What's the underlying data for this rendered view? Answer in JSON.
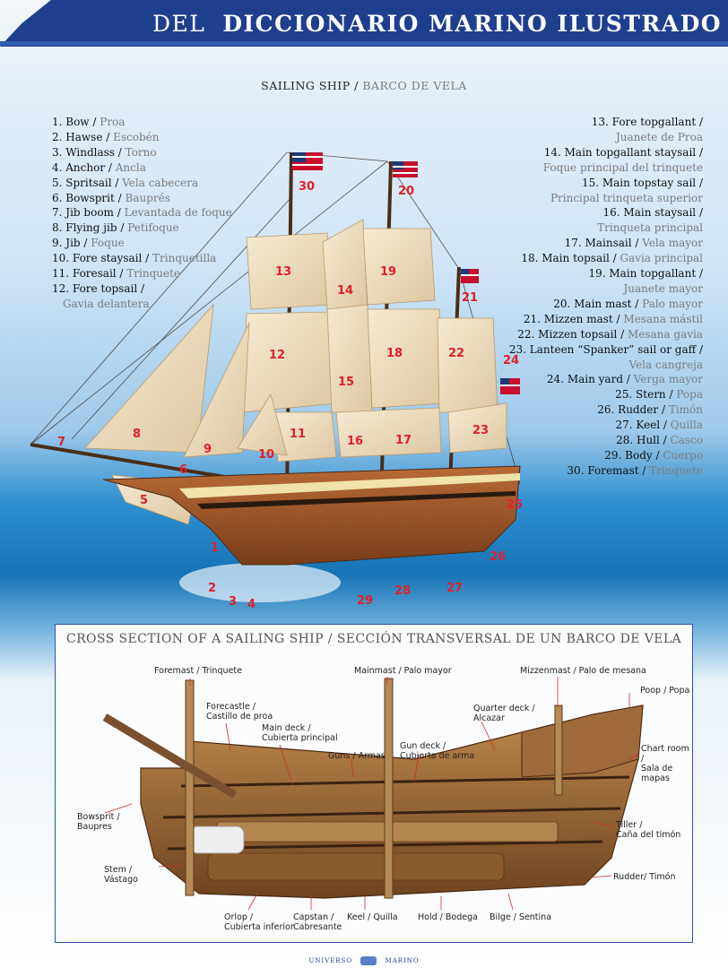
{
  "header": {
    "pre": "DEL",
    "main": "DICCIONARIO MARINO ILUSTRADO"
  },
  "subtitle": {
    "en": "SAILING SHIP / ",
    "es": "BARCO DE VELA"
  },
  "legend_left": [
    {
      "en": "1. Bow / ",
      "es": "Proa"
    },
    {
      "en": "2. Hawse / ",
      "es": "Escobén"
    },
    {
      "en": "3. Windlass / ",
      "es": "Torno"
    },
    {
      "en": "4. Anchor / ",
      "es": "Ancla"
    },
    {
      "en": "5. Spritsail / ",
      "es": "Vela cabecera"
    },
    {
      "en": "6. Bowsprit / ",
      "es": "Bauprés"
    },
    {
      "en": "7. Jib boom / ",
      "es": "Levantada de foque"
    },
    {
      "en": "8. Flying jib / ",
      "es": "Petifoque"
    },
    {
      "en": "9. Jib / ",
      "es": "Foque"
    },
    {
      "en": "10. Fore staysail / ",
      "es": "Trinquetilla"
    },
    {
      "en": "11. Foresail / ",
      "es": "Trinquete"
    },
    {
      "en": "12. Fore topsail /",
      "es": ""
    },
    {
      "en": "",
      "es": "Gavia delantera"
    }
  ],
  "legend_right": [
    {
      "en": "13. Fore topgallant /",
      "es": ""
    },
    {
      "en": "",
      "es": "Juanete de Proa"
    },
    {
      "en": "14. Main topgallant staysail /",
      "es": ""
    },
    {
      "en": "",
      "es": "Foque principal del trinquete"
    },
    {
      "en": "15. Main topstay sail /",
      "es": ""
    },
    {
      "en": "",
      "es": "Principal trinqueta superior"
    },
    {
      "en": "16. Main staysail /",
      "es": ""
    },
    {
      "en": "",
      "es": "Trinqueta principal"
    },
    {
      "en": "17. Mainsail / ",
      "es": "Vela mayor"
    },
    {
      "en": "18. Main topsail / ",
      "es": "Gavia principal"
    },
    {
      "en": "19. Main topgallant /",
      "es": ""
    },
    {
      "en": "",
      "es": "Juanete mayor"
    },
    {
      "en": "20. Main mast / ",
      "es": "Palo mayor"
    },
    {
      "en": "21. Mizzen mast / ",
      "es": "Mesana mástil"
    },
    {
      "en": "22. Mizzen topsail / ",
      "es": "Mesana gavia"
    },
    {
      "en": "23. Lanteen “Spanker” sail or gaff /",
      "es": ""
    },
    {
      "en": "",
      "es": "Vela cangreja"
    },
    {
      "en": "24. Main yard / ",
      "es": "Verga mayor"
    },
    {
      "en": "25. Stern / ",
      "es": "Popa"
    },
    {
      "en": "26. Rudder / ",
      "es": "Timón"
    },
    {
      "en": "27. Keel / ",
      "es": "Quilla"
    },
    {
      "en": "28. Hull / ",
      "es": "Casco"
    },
    {
      "en": "29. Body / ",
      "es": "Cuerpo"
    },
    {
      "en": "30. Foremast / ",
      "es": "Trinquete"
    }
  ],
  "markers": [
    "1",
    "2",
    "3",
    "4",
    "5",
    "6",
    "7",
    "8",
    "9",
    "10",
    "11",
    "12",
    "13",
    "14",
    "15",
    "16",
    "17",
    "18",
    "19",
    "20",
    "21",
    "22",
    "23",
    "24",
    "25",
    "26",
    "27",
    "28",
    "29",
    "30"
  ],
  "cross_section": {
    "title": "CROSS SECTION OF A SAILING SHIP / SECCIÓN TRANSVERSAL DE UN BARCO DE VELA",
    "labels": {
      "foremast": "Foremast / Trinquete",
      "mainmast": "Mainmast / Palo mayor",
      "mizzenmast": "Mizzenmast / Palo de mesana",
      "poop": "Poop / Popa",
      "forecastle_1": "Forecastle /",
      "forecastle_2": "Castillo de proa",
      "quarterdeck_1": "Quarter deck /",
      "quarterdeck_2": "Alcazar",
      "maindeck_1": "Main deck /",
      "maindeck_2": "Cubierta principal",
      "guns": "Guns / Armas",
      "gundeck_1": "Gun deck /",
      "gundeck_2": "Cubierta de arma",
      "chartroom_1": "Chart room /",
      "chartroom_2": "Sala de mapas",
      "bowsprit_1": "Bowsprit /",
      "bowsprit_2": "Baupres",
      "tiller_1": "Tiller /",
      "tiller_2": "Caña del timón",
      "stem_1": "Stem /",
      "stem_2": "Vástago",
      "rudder": "Rudder/ Timón",
      "orlop_1": "Orlop /",
      "orlop_2": "Cubierta inferior",
      "capstan_1": "Capstan /",
      "capstan_2": "Cabresante",
      "keel": "Keel / Quilla",
      "hold": "Hold / Bodega",
      "bilge": "Bilge / Sentina"
    }
  },
  "footer": {
    "left": "UNIVERSO",
    "right": "MARINO"
  }
}
